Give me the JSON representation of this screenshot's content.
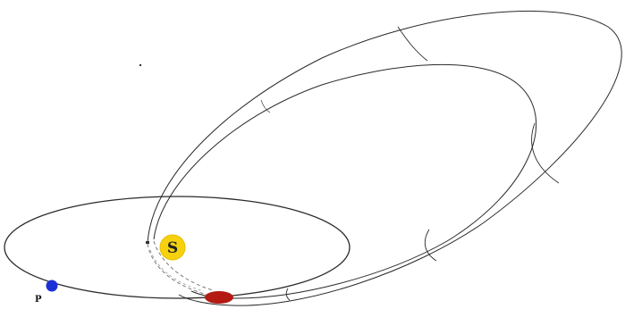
{
  "labels": {
    "sun": "S",
    "planet": "P"
  },
  "colors": {
    "background": "#ffffff",
    "orbit_line": "#2a2a2a",
    "sun_fill": "#f6d10e",
    "sun_stroke": "#e8c000",
    "planet_fill": "#1c2fd6",
    "comet_fill": "#b41a12",
    "tail_dash": "#7a7a7a"
  },
  "icons": {
    "sun": "sun-disc",
    "planet": "planet-dot",
    "comet": "comet-nucleus"
  }
}
